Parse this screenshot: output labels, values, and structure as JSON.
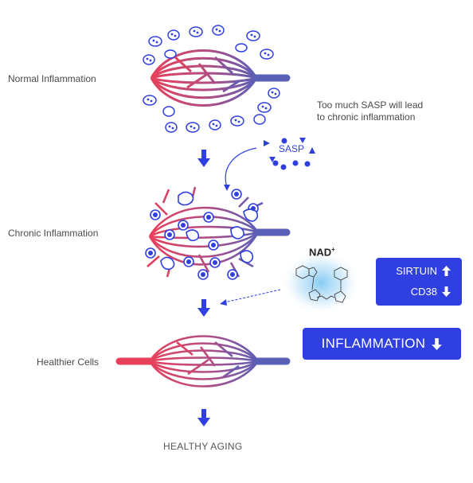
{
  "stages": {
    "normal": "Normal Inflammation",
    "chronic": "Chronic Inflammation",
    "healthier": "Healthier Cells",
    "final": "HEALTHY AGING"
  },
  "note": {
    "line1": "Too much SASP will lead",
    "line2": "to chronic inflammation"
  },
  "sasp": "SASP",
  "nad": {
    "text": "NAD",
    "superscript": "+"
  },
  "markers": {
    "sirtuin": "SIRTUIN",
    "cd38": "CD38",
    "inflammation": "INFLAMMATION"
  },
  "colors": {
    "accent_blue": "#2f3fe0",
    "vessel_red": "#e8405a",
    "vessel_purple": "#5a5fb8"
  },
  "icons": {
    "up": "arrow-up-icon",
    "down": "arrow-down-icon"
  }
}
